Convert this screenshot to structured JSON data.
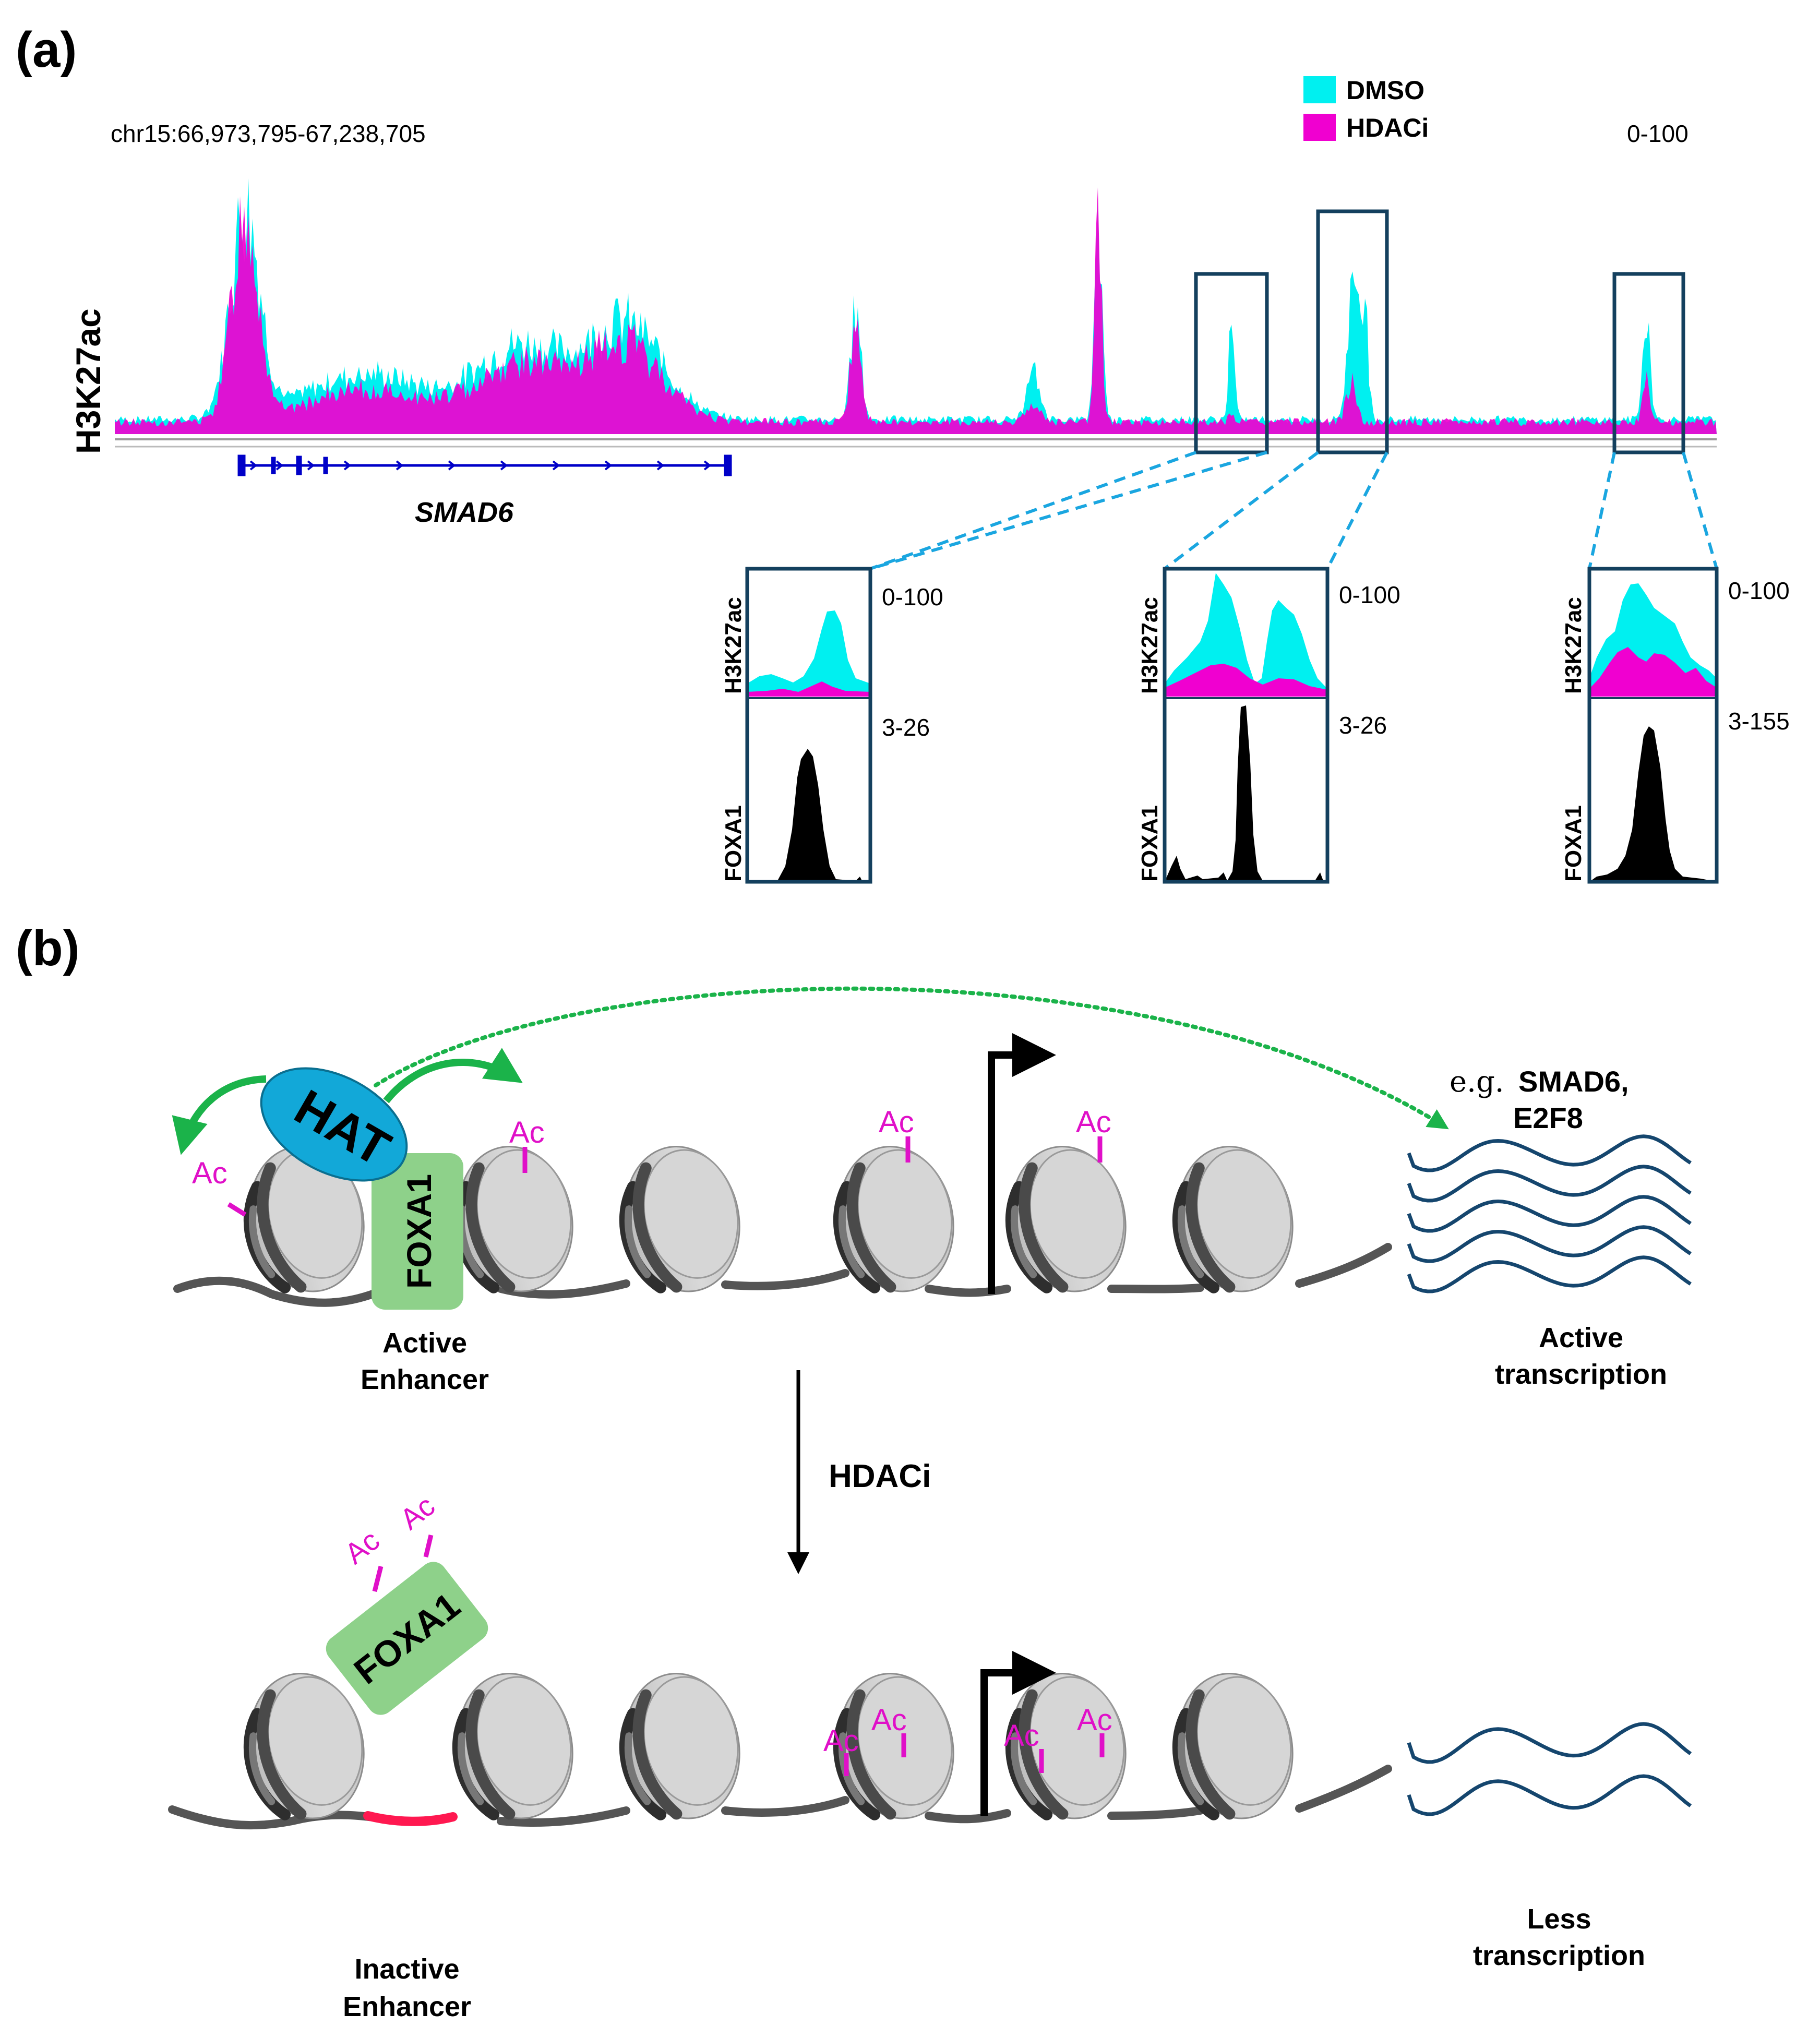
{
  "colors": {
    "dmso": "#00F0F0",
    "hdaci": "#F000D0",
    "box": "#14405E",
    "zoom_line": "#1AA6E0",
    "gene": "#0000C8",
    "ac": "#E010C8",
    "hat": "#12A8D8",
    "foxa1": "#8ED18A",
    "arrow_green": "#1BB34A",
    "wave": "#15466E",
    "inactive": "#FF1850"
  },
  "panel_a": {
    "label": "(a)",
    "locus": "chr15:66,973,795-67,238,705",
    "range": "0-100",
    "track_label": "H3K27ac",
    "gene": "SMAD6",
    "legend": [
      {
        "label": "DMSO",
        "color": "#00F0F0"
      },
      {
        "label": "HDACi",
        "color": "#F000D0"
      }
    ],
    "insets": [
      {
        "h3_label": "H3K27ac",
        "h3_range": "0-100",
        "foxa1_label": "FOXA1",
        "foxa1_range": "3-26"
      },
      {
        "h3_label": "H3K27ac",
        "h3_range": "0-100",
        "foxa1_label": "FOXA1",
        "foxa1_range": "3-26"
      },
      {
        "h3_label": "H3K27ac",
        "h3_range": "0-100",
        "foxa1_label": "FOXA1",
        "foxa1_range": "3-155"
      }
    ]
  },
  "panel_b": {
    "label": "(b)",
    "hat": "HAT",
    "foxa1": "FOXA1",
    "ac": "Ac",
    "active_enhancer": [
      "Active",
      "Enhancer"
    ],
    "inactive_enhancer": [
      "Inactive",
      "Enhancer"
    ],
    "targets": [
      "e.g.",
      "SMAD6,",
      "E2F8"
    ],
    "active_transcription": [
      "Active",
      "transcription"
    ],
    "less_transcription": [
      "Less",
      "transcription"
    ],
    "treatment": "HDACi"
  }
}
